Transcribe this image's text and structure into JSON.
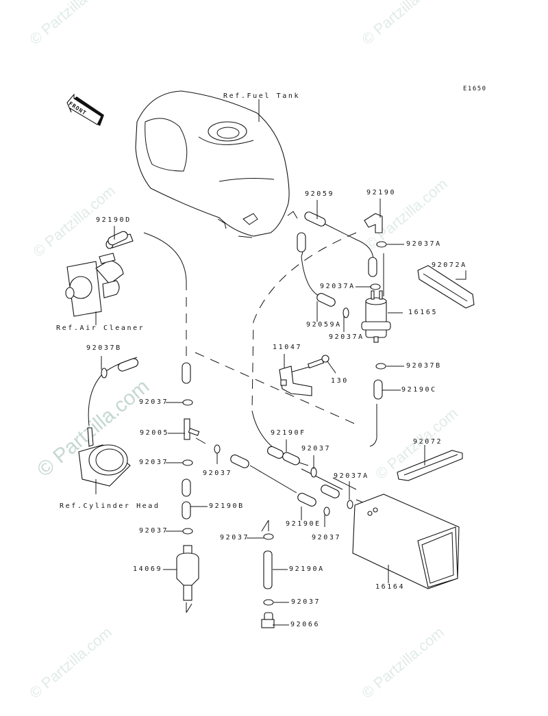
{
  "diagram": {
    "code": "E1650",
    "front_arrow": "FRONT",
    "watermark": "© Partzilla.com",
    "references": {
      "fuel_tank": "Ref.Fuel Tank",
      "air_cleaner": "Ref.Air Cleaner",
      "cylinder_head": "Ref.Cylinder Head"
    },
    "parts": [
      {
        "id": "92190D",
        "label": "92190D"
      },
      {
        "id": "92059",
        "label": "92059"
      },
      {
        "id": "92190",
        "label": "92190"
      },
      {
        "id": "92037A_1",
        "label": "92037A"
      },
      {
        "id": "92072A",
        "label": "92072A"
      },
      {
        "id": "92037A_2",
        "label": "92037A"
      },
      {
        "id": "16165",
        "label": "16165"
      },
      {
        "id": "92059A",
        "label": "92059A"
      },
      {
        "id": "92037A_3",
        "label": "92037A"
      },
      {
        "id": "92037B_1",
        "label": "92037B"
      },
      {
        "id": "11047",
        "label": "11047"
      },
      {
        "id": "130",
        "label": "130"
      },
      {
        "id": "92037B_2",
        "label": "92037B"
      },
      {
        "id": "92190C",
        "label": "92190C"
      },
      {
        "id": "92037_1",
        "label": "92037"
      },
      {
        "id": "92005",
        "label": "92005"
      },
      {
        "id": "92037_2",
        "label": "92037"
      },
      {
        "id": "92037_3",
        "label": "92037"
      },
      {
        "id": "92190B",
        "label": "92190B"
      },
      {
        "id": "92037_4",
        "label": "92037"
      },
      {
        "id": "92190F",
        "label": "92190F"
      },
      {
        "id": "92037_5",
        "label": "92037"
      },
      {
        "id": "92072",
        "label": "92072"
      },
      {
        "id": "92037A_4",
        "label": "92037A"
      },
      {
        "id": "92190E",
        "label": "92190E"
      },
      {
        "id": "92037_6",
        "label": "92037"
      },
      {
        "id": "92037_7",
        "label": "92037"
      },
      {
        "id": "14069",
        "label": "14069"
      },
      {
        "id": "92190A",
        "label": "92190A"
      },
      {
        "id": "16164",
        "label": "16164"
      },
      {
        "id": "92037_8",
        "label": "92037"
      },
      {
        "id": "92066",
        "label": "92066"
      }
    ]
  }
}
